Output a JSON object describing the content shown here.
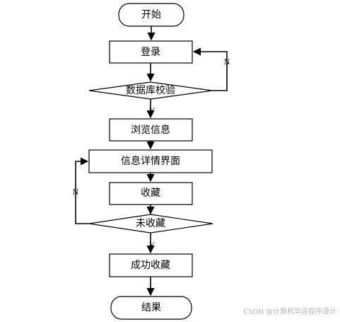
{
  "nodes": {
    "start": "开始",
    "login": "登录",
    "db_check": "数据库校验",
    "browse": "浏览信息",
    "detail": "信息详情界面",
    "favorite": "收藏",
    "not_favorited": "未收藏",
    "success": "成功收藏",
    "end": "结果"
  },
  "edges": {
    "login_no": "N",
    "login_yes": "Y",
    "fav_no": "N",
    "fav_yes": "Y"
  },
  "watermark": "CSDN @计算机毕设程序设计"
}
